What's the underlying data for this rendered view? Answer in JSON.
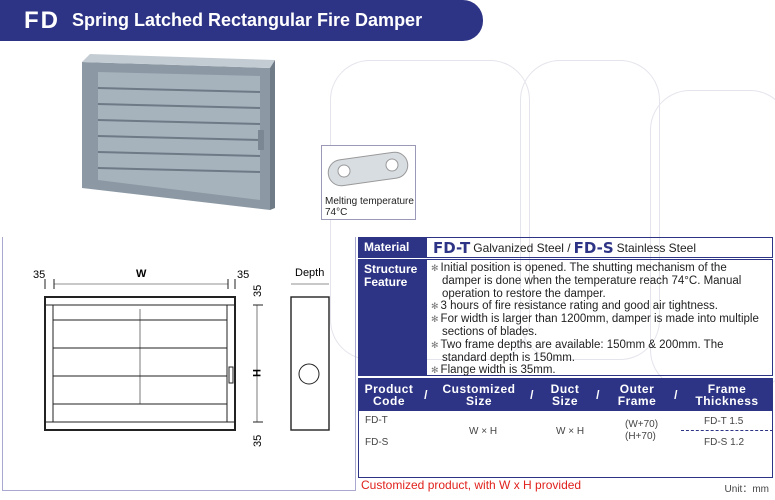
{
  "header": {
    "code": "FD",
    "title": "Spring Latched Rectangular Fire Damper"
  },
  "inset": {
    "line1": "Melting temperature",
    "line2": "74°C"
  },
  "drawing": {
    "flange_left": "35",
    "width_label": "W",
    "flange_right": "35",
    "depth_label": "Depth",
    "flange_top": "35",
    "height_label": "H",
    "flange_bottom": "35"
  },
  "material": {
    "label": "Material",
    "code_t": "FD-T",
    "desc_t": "Galvanized Steel /",
    "code_s": "FD-S",
    "desc_s": "Stainless Steel"
  },
  "structure": {
    "label_1": "Structure",
    "label_2": "Feature",
    "items": [
      "Initial position is opened. The shutting mechanism of the damper is done when the temperature reach 74°C.  Manual operation to restore the damper.",
      "3 hours of fire resistance rating and good air tightness.",
      "For width is larger than 1200mm, damper is made into multiple sections of blades.",
      "Two frame depths are available: 150mm & 200mm.  The standard depth is 150mm.",
      "Flange width is 35mm."
    ]
  },
  "spec": {
    "headers": [
      [
        "Product",
        "Code"
      ],
      [
        "Customized",
        "Size"
      ],
      [
        "Duct",
        "Size"
      ],
      [
        "Outer",
        "Frame"
      ],
      [
        "Frame",
        "Thickness"
      ]
    ],
    "separator": "/",
    "codes": [
      "FD-T",
      "FD-S"
    ],
    "customized": "W × H",
    "duct": "W × H",
    "outer": [
      "(W+70)",
      "(H+70)"
    ],
    "thickness": [
      "FD-T 1.5",
      "FD-S 1.2"
    ]
  },
  "note": "Customized product, with W x H provided",
  "unit": "Unit：mm"
}
